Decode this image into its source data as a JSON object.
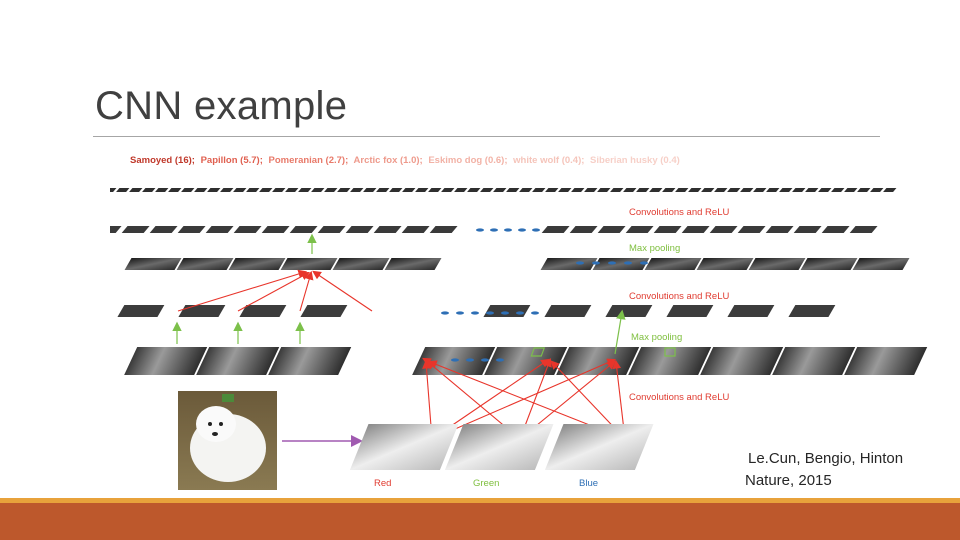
{
  "slide": {
    "title": "CNN example",
    "citation_authors": "Le.Cun, Bengio, Hinton",
    "citation_source": "Nature, 2015"
  },
  "figure": {
    "classes": [
      {
        "text": "Samoyed (16);",
        "color": "#c0392b"
      },
      {
        "text": "Papillon (5.7);",
        "color": "#e06050"
      },
      {
        "text": "Pomeranian (2.7);",
        "color": "#e87a6a"
      },
      {
        "text": "Arctic fox (1.0);",
        "color": "#ee9a8c"
      },
      {
        "text": "Eskimo dog (0.6);",
        "color": "#f2b2a6"
      },
      {
        "text": "white wolf (0.4);",
        "color": "#f5c4ba"
      },
      {
        "text": "Siberian husky (0.4)",
        "color": "#f7d0c8"
      }
    ],
    "layer_labels": {
      "conv_top": "Convolutions and ReLU",
      "pool_top": "Max pooling",
      "conv_mid": "Convolutions and ReLU",
      "pool_mid": "Max pooling",
      "conv_bottom": "Convolutions and ReLU"
    },
    "channels": {
      "red": "Red",
      "green": "Green",
      "blue": "Blue"
    },
    "colors": {
      "label_red": "#e03c31",
      "label_green": "#7fbf3f",
      "label_blue": "#2e6fb5",
      "arrow_red": "#e8352b",
      "arrow_green": "#7cc04a",
      "arrow_purple": "#a05ab0",
      "dots_blue": "#2e6fb5"
    }
  }
}
